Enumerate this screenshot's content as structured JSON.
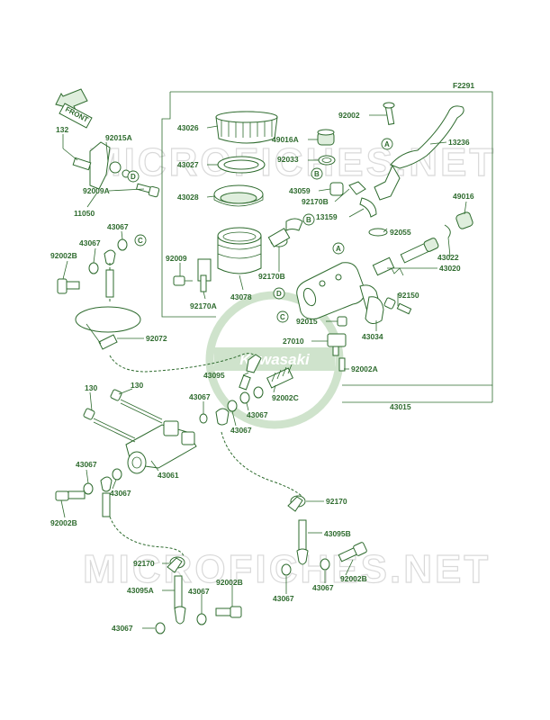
{
  "figure_code": "F2291",
  "front_label": "FRONT",
  "watermark": {
    "text": "MICROFICHES.NET",
    "logo_text": "Kawasaki"
  },
  "colors": {
    "ink": "#2e6b2e",
    "watermark": "#d9d9d9",
    "background": "#ffffff"
  },
  "labels": [
    {
      "id": "l1",
      "text": "132"
    },
    {
      "id": "l2",
      "text": "92015A"
    },
    {
      "id": "l3",
      "text": "92009A"
    },
    {
      "id": "l4",
      "text": "11050"
    },
    {
      "id": "l5",
      "text": "43067"
    },
    {
      "id": "l6",
      "text": "43067"
    },
    {
      "id": "l7",
      "text": "92002B"
    },
    {
      "id": "l8",
      "text": "92072"
    },
    {
      "id": "l9",
      "text": "43026"
    },
    {
      "id": "l10",
      "text": "43027"
    },
    {
      "id": "l11",
      "text": "43028"
    },
    {
      "id": "l12",
      "text": "92009"
    },
    {
      "id": "l13",
      "text": "92170A"
    },
    {
      "id": "l14",
      "text": "43078"
    },
    {
      "id": "l15",
      "text": "49016A"
    },
    {
      "id": "l16",
      "text": "92033"
    },
    {
      "id": "l17",
      "text": "43059"
    },
    {
      "id": "l18",
      "text": "92170B"
    },
    {
      "id": "l19",
      "text": "92170B"
    },
    {
      "id": "l20",
      "text": "13159"
    },
    {
      "id": "l21",
      "text": "92002"
    },
    {
      "id": "l22",
      "text": "13236"
    },
    {
      "id": "l23",
      "text": "49016"
    },
    {
      "id": "l24",
      "text": "92055"
    },
    {
      "id": "l25",
      "text": "43022"
    },
    {
      "id": "l26",
      "text": "43020"
    },
    {
      "id": "l27",
      "text": "92150"
    },
    {
      "id": "l28",
      "text": "92015"
    },
    {
      "id": "l29",
      "text": "43034"
    },
    {
      "id": "l30",
      "text": "27010"
    },
    {
      "id": "l31",
      "text": "92002A"
    },
    {
      "id": "l32",
      "text": "43095"
    },
    {
      "id": "l33",
      "text": "92002C"
    },
    {
      "id": "l34",
      "text": "43067"
    },
    {
      "id": "l35",
      "text": "43067"
    },
    {
      "id": "l36",
      "text": "43015"
    },
    {
      "id": "l37",
      "text": "130"
    },
    {
      "id": "l38",
      "text": "130"
    },
    {
      "id": "l39",
      "text": "43067"
    },
    {
      "id": "l40",
      "text": "43061"
    },
    {
      "id": "l41",
      "text": "43067"
    },
    {
      "id": "l42",
      "text": "43067"
    },
    {
      "id": "l43",
      "text": "92002B"
    },
    {
      "id": "l44",
      "text": "92170"
    },
    {
      "id": "l45",
      "text": "43095B"
    },
    {
      "id": "l46",
      "text": "92002B"
    },
    {
      "id": "l47",
      "text": "43067"
    },
    {
      "id": "l48",
      "text": "43067"
    },
    {
      "id": "l49",
      "text": "92170"
    },
    {
      "id": "l50",
      "text": "43095A"
    },
    {
      "id": "l51",
      "text": "43067"
    },
    {
      "id": "l52",
      "text": "92002B"
    },
    {
      "id": "l53",
      "text": "43067"
    }
  ],
  "callouts": [
    "A",
    "A",
    "B",
    "B",
    "C",
    "C",
    "D",
    "D"
  ]
}
